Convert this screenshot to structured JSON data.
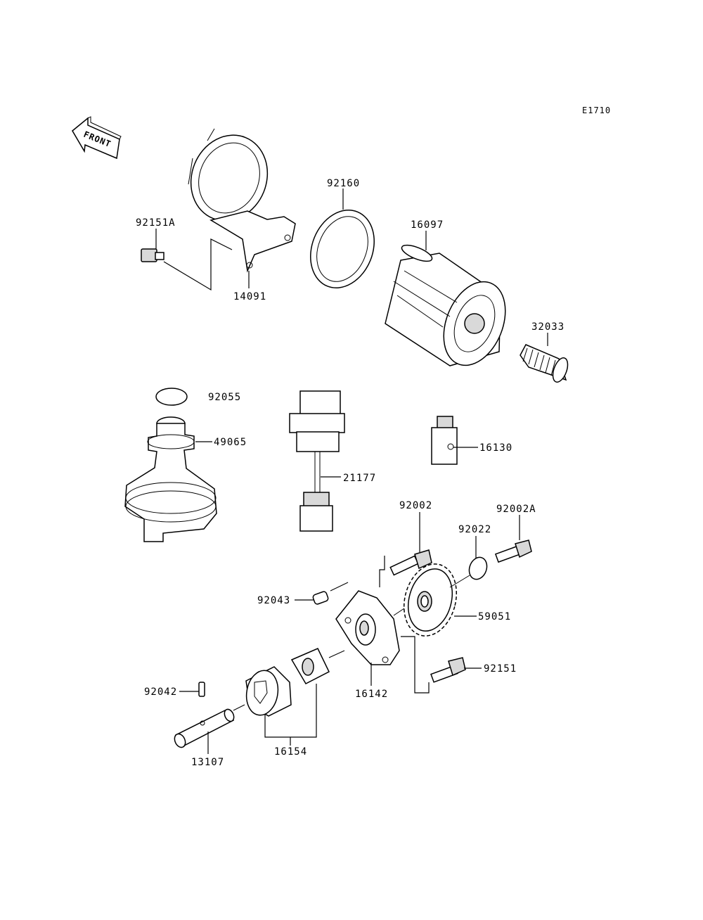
{
  "diagram_code": "E1710",
  "front_indicator": "FRONT",
  "parts": {
    "p92151A": "92151A",
    "p14091": "14091",
    "p92160": "92160",
    "p16097": "16097",
    "p32033": "32033",
    "p92055": "92055",
    "p49065": "49065",
    "p21177": "21177",
    "p16130": "16130",
    "p92002": "92002",
    "p92002A": "92002A",
    "p92022": "92022",
    "p92043": "92043",
    "p59051": "59051",
    "p92151": "92151",
    "p16142": "16142",
    "p92042": "92042",
    "p16154": "16154",
    "p13107": "13107"
  }
}
